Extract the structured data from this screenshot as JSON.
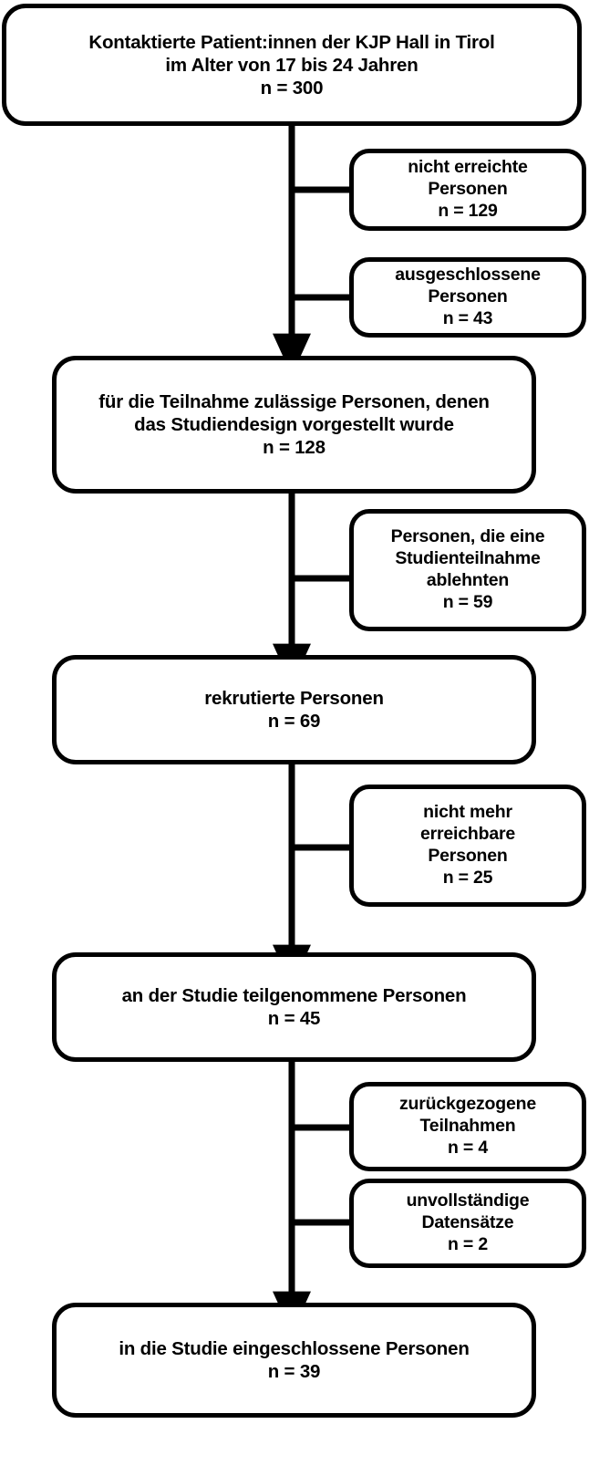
{
  "diagram": {
    "title": "CONSORT-style Teilnehmerfluss-Diagramm",
    "language": "de",
    "colors": {
      "stroke": "#000000",
      "background": "#ffffff",
      "text": "#000000"
    },
    "main_nodes": [
      {
        "id": "contacted",
        "label": "Kontaktierte Patient:innen der KJP Hall in Tirol\nim Alter von 17 bis 24 Jahren\nn = 300",
        "n": 300
      },
      {
        "id": "eligible",
        "label": "für die Teilnahme zulässige Personen, denen\ndas Studiendesign vorgestellt wurde\nn = 128",
        "n": 128
      },
      {
        "id": "recruited",
        "label": "rekrutierte Personen\nn = 69",
        "n": 69
      },
      {
        "id": "participated",
        "label": "an der Studie teilgenommene Personen\nn = 45",
        "n": 45
      },
      {
        "id": "included",
        "label": "in die Studie eingeschlossene Personen\nn = 39",
        "n": 39
      }
    ],
    "side_nodes": [
      {
        "id": "not-reached",
        "label": "nicht erreichte\nPersonen\nn = 129",
        "n": 129
      },
      {
        "id": "excluded",
        "label": "ausgeschlossene\nPersonen\nn = 43",
        "n": 43
      },
      {
        "id": "declined",
        "label": "Personen, die eine\nStudienteilnahme\nablehnten\nn = 59",
        "n": 59
      },
      {
        "id": "unreachable",
        "label": "nicht mehr\nerreichbare\nPersonen\nn = 25",
        "n": 25
      },
      {
        "id": "withdrawn",
        "label": "zurückgezogene\nTeilnahmen\nn = 4",
        "n": 4
      },
      {
        "id": "incomplete",
        "label": "unvollständige\nDatensätze\nn = 2",
        "n": 2
      }
    ]
  }
}
